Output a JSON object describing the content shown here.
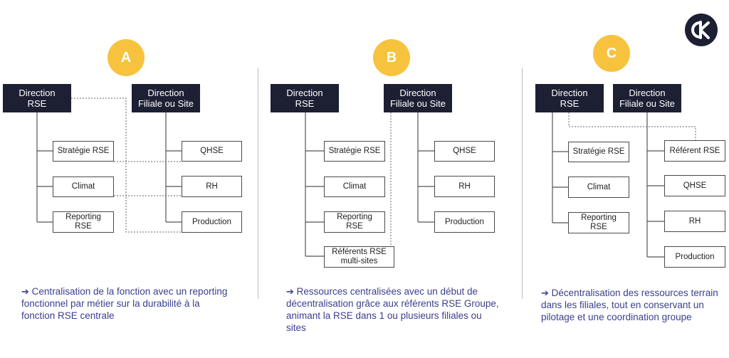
{
  "logo": {
    "name": "ck-logo"
  },
  "panels": [
    {
      "badge": "A",
      "direction_rse": "Direction\nRSE",
      "direction_filiale": "Direction\nFiliale ou Site",
      "left_boxes": [
        "Stratégie RSE",
        "Climat",
        "Reporting\nRSE"
      ],
      "right_boxes": [
        "QHSE",
        "RH",
        "Production"
      ],
      "caption": "Centralisation de la fonction avec un reporting fonctionnel par métier sur la durabilité à la fonction RSE centrale"
    },
    {
      "badge": "B",
      "direction_rse": "Direction\nRSE",
      "direction_filiale": "Direction\nFiliale ou Site",
      "left_boxes": [
        "Stratégie RSE",
        "Climat",
        "Reporting\nRSE",
        "Référents RSE\nmulti-sites"
      ],
      "right_boxes": [
        "QHSE",
        "RH",
        "Production"
      ],
      "caption": "Ressources centralisées avec un début de décentralisation grâce aux référents RSE Groupe, animant la RSE dans 1 ou plusieurs filiales ou sites"
    },
    {
      "badge": "C",
      "direction_rse": "Direction\nRSE",
      "direction_filiale": "Direction\nFiliale ou Site",
      "left_boxes": [
        "Stratégie RSE",
        "Climat",
        "Reporting\nRSE"
      ],
      "right_boxes": [
        "Référent RSE",
        "QHSE",
        "RH",
        "Production"
      ],
      "caption": "Décentralisation des ressources terrain dans les filiales, tout en conservant un pilotage et une coordination groupe"
    }
  ],
  "arrow_glyph": "➔",
  "colors": {
    "dark": "#1d1f33",
    "badge": "#f7c33f",
    "caption": "#3a3f8f"
  }
}
